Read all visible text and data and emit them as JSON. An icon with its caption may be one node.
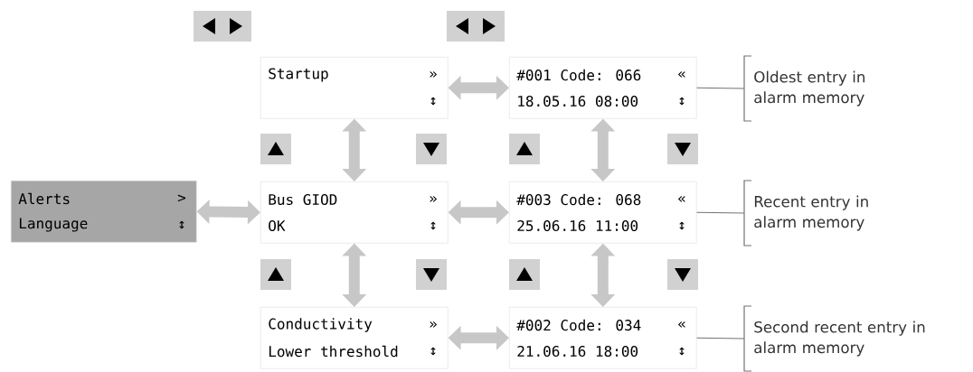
{
  "diagram": {
    "nodes": [
      {
        "text": [
          "Startup",
          "»",
          "↕"
        ]
      },
      {
        "text": [
          "#001 Code: 066",
          "«",
          "18.05.16 08:00",
          "↕"
        ]
      },
      {
        "text": [
          "Oldest entry in alarm memory"
        ]
      },
      {
        "text": [
          "Alerts",
          ">",
          "Language",
          "↕"
        ]
      },
      {
        "text": [
          "Bus GIOD",
          "»",
          "OK",
          "↕"
        ]
      },
      {
        "text": [
          "#003 Code: 068",
          "«",
          "25.06.16 11:00",
          "↕"
        ]
      },
      {
        "text": [
          "Recent entry in alarm memory"
        ]
      },
      {
        "text": [
          "Conductivity",
          "»",
          "Lower threshold",
          "↕"
        ]
      },
      {
        "text": [
          "#002 Code: 034",
          "«",
          "21.06.16 18:00",
          "↕"
        ]
      },
      {
        "text": [
          "Second recent entry in alarm memory"
        ]
      }
    ],
    "edges": [
      {
        "from": 0,
        "to": 1,
        "arrow": "both"
      },
      {
        "from": 2,
        "to": 1,
        "arrow": "none"
      },
      {
        "from": 0,
        "to": 4,
        "arrow": "both"
      },
      {
        "from": 1,
        "to": 5,
        "arrow": "both"
      },
      {
        "from": 3,
        "to": 4,
        "arrow": "both"
      },
      {
        "from": 4,
        "to": 5,
        "arrow": "both"
      },
      {
        "from": 6,
        "to": 5,
        "arrow": "none"
      },
      {
        "from": 4,
        "to": 7,
        "arrow": "both"
      },
      {
        "from": 5,
        "to": 8,
        "arrow": "both"
      },
      {
        "from": 7,
        "to": 8,
        "arrow": "both"
      },
      {
        "from": 9,
        "to": 8,
        "arrow": "none"
      }
    ]
  }
}
